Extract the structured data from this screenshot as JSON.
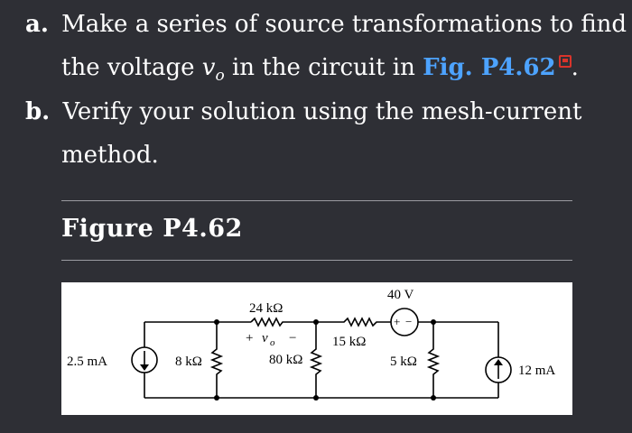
{
  "question": {
    "a": {
      "letter": "a.",
      "line1": "Make a series of source transformations to find",
      "line2_pre": "the voltage ",
      "var": "v",
      "var_sub": "o",
      "line2_mid": " in the circuit in ",
      "fig_link": "Fig. P4.62",
      "line2_post": "."
    },
    "b": {
      "letter": "b.",
      "line1": "Verify your solution using the mesh-current",
      "line2": "method."
    }
  },
  "figure": {
    "heading": "Figure P4.62",
    "labels": {
      "source_left": "2.5 mA",
      "r_8k": "8 kΩ",
      "r_24k": "24 kΩ",
      "vo_plus": "+",
      "vo_var": "v",
      "vo_sub": "o",
      "vo_minus": "−",
      "r_80k": "80 kΩ",
      "r_15k": "15 kΩ",
      "v_40": "40 V",
      "v_plus": "+",
      "v_minus": "−",
      "r_5k": "5 kΩ",
      "source_right": "12 mA"
    }
  }
}
